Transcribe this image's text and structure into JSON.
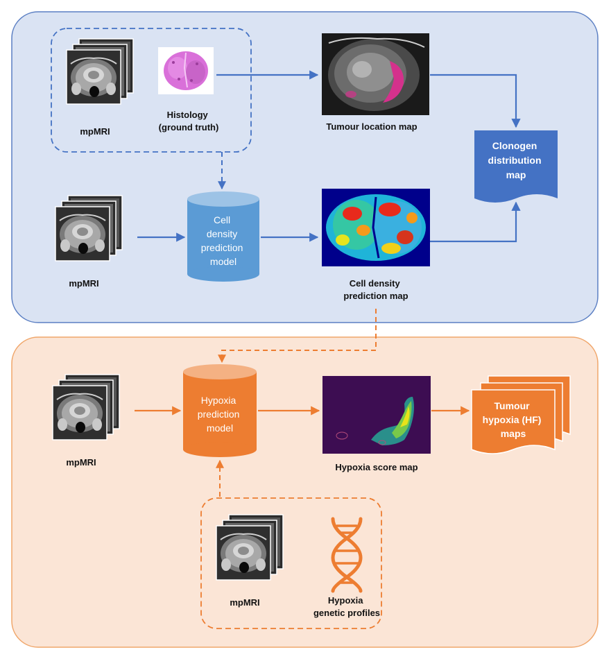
{
  "colors": {
    "blue_panel_fill": "#dae3f3",
    "blue_panel_stroke": "#5b7fc3",
    "orange_panel_fill": "#fbe5d6",
    "orange_panel_stroke": "#f0a66a",
    "blue_arrow": "#4472c4",
    "orange_arrow": "#ed7d31",
    "cylinder_blue": "#5b9bd5",
    "doc_blue": "#4472c4",
    "orange_shape": "#ed7d31"
  },
  "top_panel": {
    "mpmri_a": "mpMRI",
    "histology": [
      "Histology",
      "(ground truth)"
    ],
    "tumour_location_map": "Tumour location map",
    "mpmri_b": "mpMRI",
    "cell_density_model": [
      "Cell",
      "density",
      "prediction",
      "model"
    ],
    "cell_density_map": [
      "Cell density",
      "prediction map"
    ],
    "clonogen_map": [
      "Clonogen",
      "distribution",
      "map"
    ]
  },
  "bottom_panel": {
    "mpmri_c": "mpMRI",
    "hypoxia_model": [
      "Hypoxia",
      "prediction",
      "model"
    ],
    "hypoxia_score_map": "Hypoxia score map",
    "tumour_hypoxia_maps": [
      "Tumour",
      "hypoxia (HF)",
      "maps"
    ],
    "mpmri_d": "mpMRI",
    "genetic_profiles": [
      "Hypoxia",
      "genetic profiles"
    ]
  },
  "icons": {
    "mri_stack": "mri-stack-icon",
    "histology_slide": "histology-icon",
    "dna": "dna-icon"
  }
}
